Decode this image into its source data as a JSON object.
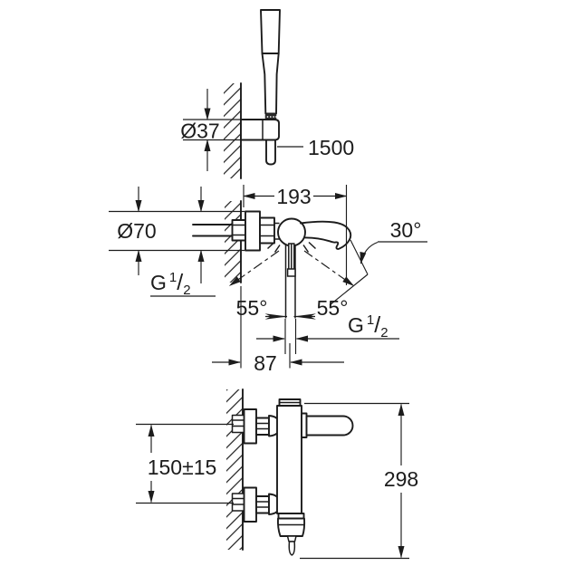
{
  "drawing": {
    "type": "technical-dimension-drawing",
    "subject": "wall-mounted bath mixer with hand shower set",
    "colors": {
      "ink": "#1c1c1c",
      "paper": "#ffffff"
    },
    "labels": {
      "holder_diameter": "Ø37",
      "hose_length": "1500",
      "spout_projection": "193",
      "spout_angle": "30°",
      "escutcheon_diameter": "Ø70",
      "swivel_left": "55°",
      "swivel_right": "55°",
      "outlet_offset": "87",
      "inlet_spacing": "150±15",
      "total_height": "298",
      "thread_G": "G",
      "thread_num": "1",
      "thread_slash": "/",
      "thread_den": "2"
    }
  }
}
